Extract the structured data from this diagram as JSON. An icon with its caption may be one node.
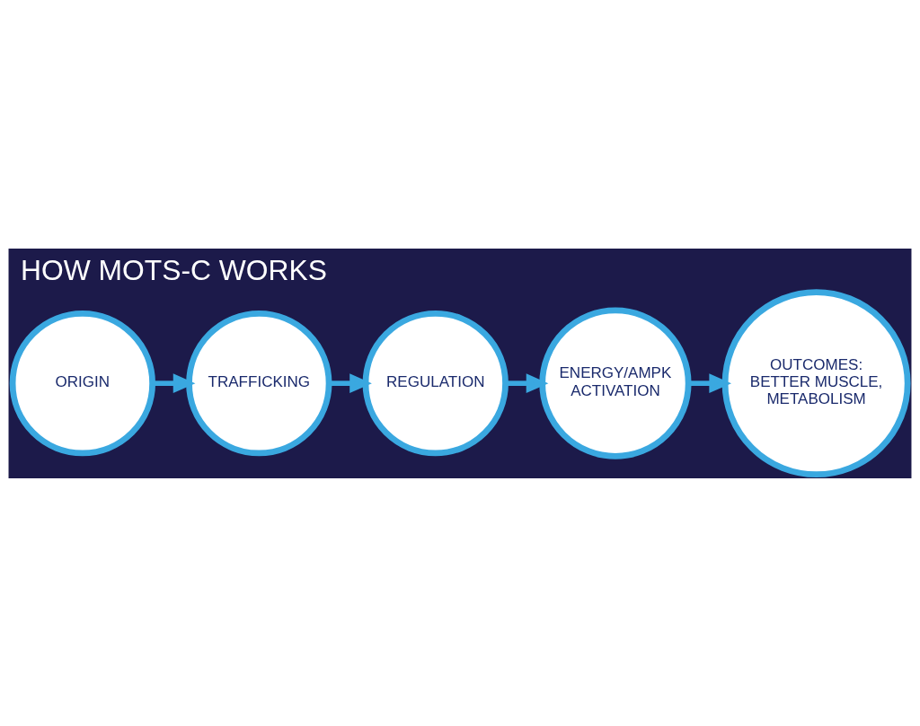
{
  "diagram": {
    "title": "HOW MOTS-C WORKS",
    "nodes": [
      {
        "text": [
          "ORIGIN"
        ]
      },
      {
        "text": [
          "TRAFFICKING"
        ]
      },
      {
        "text": [
          "REGULATION"
        ]
      },
      {
        "text": [
          "ENERGY/AMPK ACTIVATION"
        ]
      },
      {
        "text": [
          "OUTCOMES: BETTER MUSCLE, METABOLISM"
        ]
      }
    ],
    "edges": [
      {
        "from": 0,
        "to": 1,
        "arrow": "to"
      },
      {
        "from": 1,
        "to": 2,
        "arrow": "to"
      },
      {
        "from": 2,
        "to": 3,
        "arrow": "to"
      },
      {
        "from": 3,
        "to": 4,
        "arrow": "to"
      }
    ]
  }
}
